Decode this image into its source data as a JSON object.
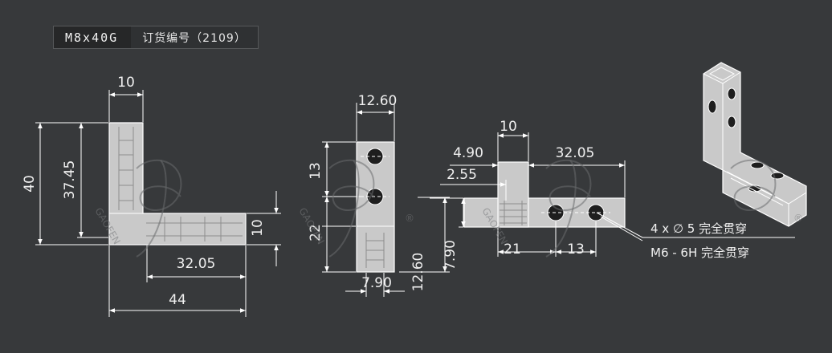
{
  "header": {
    "model_code": "M8x40G",
    "order_label": "订货编号（2109）"
  },
  "view_front": {
    "dims": [
      "10",
      "40",
      "37.45",
      "10",
      "32.05",
      "44"
    ]
  },
  "view_side": {
    "dims": [
      "12.60",
      "13",
      "22",
      "7.90",
      "12.60"
    ]
  },
  "view_top": {
    "dims": [
      "10",
      "4.90",
      "32.05",
      "2.55",
      "7.90",
      "21",
      "13"
    ],
    "notes": [
      "4 x ∅ 5 完全贯穿",
      "M6 - 6H 完全贯穿"
    ]
  },
  "watermark": {
    "text": "GAOFEN",
    "mark": "®"
  }
}
